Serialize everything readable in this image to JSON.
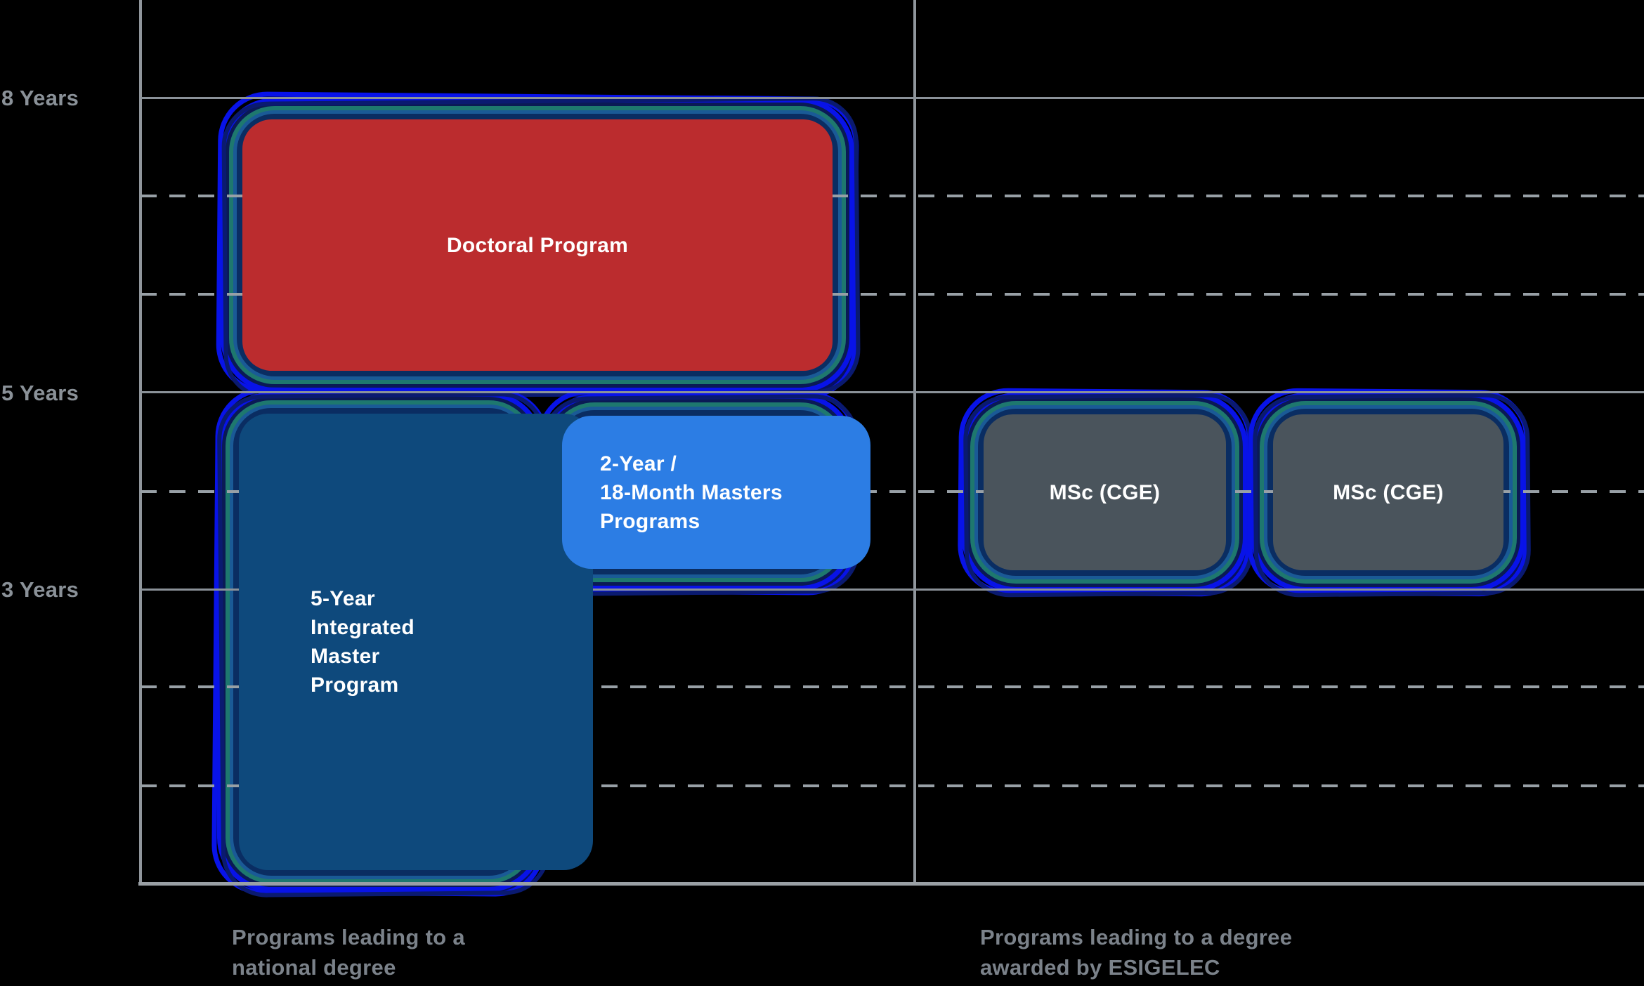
{
  "y_axis": {
    "labels": [
      "8 Years",
      "5 Years",
      "3 Years"
    ]
  },
  "boxes": {
    "doctoral": {
      "label": "Doctoral Program",
      "fill": "#bb2c2e"
    },
    "integrated": {
      "label": "5-Year\nIntegrated\nMaster\nProgram",
      "fill": "#0e497c"
    },
    "masters": {
      "label": "2-Year /\n18-Month Masters\nPrograms",
      "fill": "#2c7de4"
    },
    "msc_left": {
      "label": "MSc (CGE)",
      "fill": "#4a545c"
    },
    "msc_right": {
      "label": "MSc (CGE)",
      "fill": "#4a545c"
    }
  },
  "captions": {
    "left": "Programs leading to a\nnational degree",
    "right": "Programs leading to a degree\nawarded by ESIGELEC"
  },
  "colors": {
    "background": "#000000",
    "axis_line": "#90969c",
    "gridline_solid": "#8b9299",
    "gridline_dashed": "#98a0a6",
    "axis_label_gray": "#8a9198",
    "caption_gray": "#7b828a",
    "glow_bright_blue": "#0813e8",
    "glow_teal": "#1e786e",
    "glow_dark_navy": "#0a1a55",
    "glow_steel_blue": "#1a5a96",
    "box_text": "#ffffff"
  },
  "chart_data": {
    "type": "bar",
    "title": "",
    "xlabel": "",
    "ylabel": "Years",
    "ylim": [
      0,
      9
    ],
    "grid": "horizontal",
    "yticks_solid": [
      0,
      3,
      5,
      8
    ],
    "yticks_dashed": [
      1,
      2,
      4,
      6,
      7
    ],
    "ytick_labels": [
      {
        "value": 8,
        "label": "8 Years"
      },
      {
        "value": 5,
        "label": "5 Years"
      },
      {
        "value": 3,
        "label": "3 Years"
      }
    ],
    "groups": [
      {
        "label": "Programs leading to a national degree",
        "bars": [
          {
            "name": "Doctoral Program",
            "year_start": 5,
            "year_end": 8,
            "color": "#bb2c2e"
          },
          {
            "name": "5-Year Integrated Master Program",
            "year_start": 0,
            "year_end": 5,
            "color": "#0e497c"
          },
          {
            "name": "2-Year / 18-Month Masters Programs",
            "year_start": 3,
            "year_end": 5,
            "color": "#2c7de4"
          }
        ]
      },
      {
        "label": "Programs leading to a degree awarded by ESIGELEC",
        "bars": [
          {
            "name": "MSc (CGE)",
            "year_start": 3,
            "year_end": 5,
            "color": "#4a545c"
          },
          {
            "name": "MSc (CGE)",
            "year_start": 3,
            "year_end": 5,
            "color": "#4a545c"
          }
        ]
      }
    ]
  }
}
